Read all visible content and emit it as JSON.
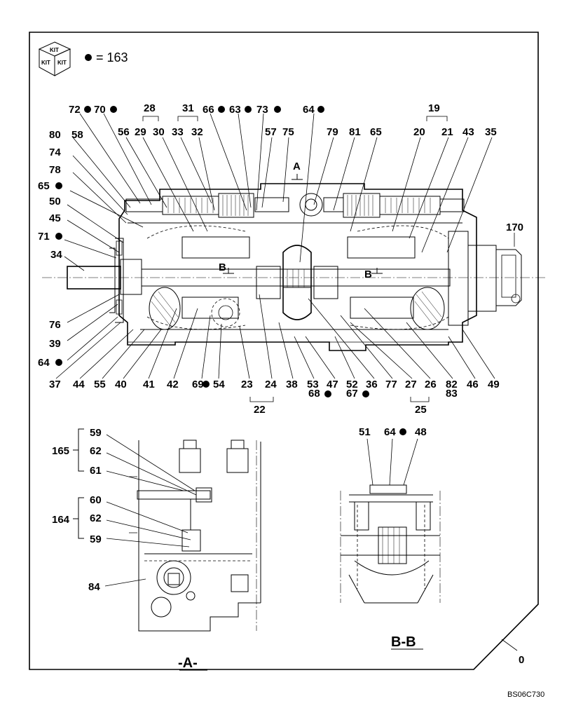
{
  "legend": {
    "kit_icon_text": "KIT",
    "bullet_text": "= 163"
  },
  "main_view": {
    "top_callouts": [
      "72",
      "70",
      "28",
      "31",
      "66",
      "63",
      "73",
      "64",
      "19",
      "56",
      "29",
      "30",
      "33",
      "32",
      "57",
      "75",
      "79",
      "81",
      "65",
      "20",
      "21",
      "43",
      "35",
      "80",
      "58",
      "74",
      "78",
      "65",
      "50",
      "45",
      "71",
      "34",
      "170"
    ],
    "section_marker_a": "A",
    "section_marker_b": "B",
    "bottom_callouts": [
      "76",
      "39",
      "64",
      "37",
      "44",
      "55",
      "40",
      "41",
      "42",
      "69",
      "54",
      "23",
      "24",
      "38",
      "53",
      "47",
      "52",
      "36",
      "77",
      "27",
      "26",
      "82",
      "46",
      "49",
      "68",
      "67",
      "83",
      "22",
      "25"
    ]
  },
  "view_a": {
    "title": "-A-",
    "callouts": [
      "165",
      "59",
      "62",
      "61",
      "164",
      "60",
      "62",
      "59",
      "84"
    ]
  },
  "view_bb": {
    "title": "B-B",
    "callouts": [
      "51",
      "64",
      "48"
    ]
  },
  "page_number": "0",
  "drawing_id": "BS06C730"
}
